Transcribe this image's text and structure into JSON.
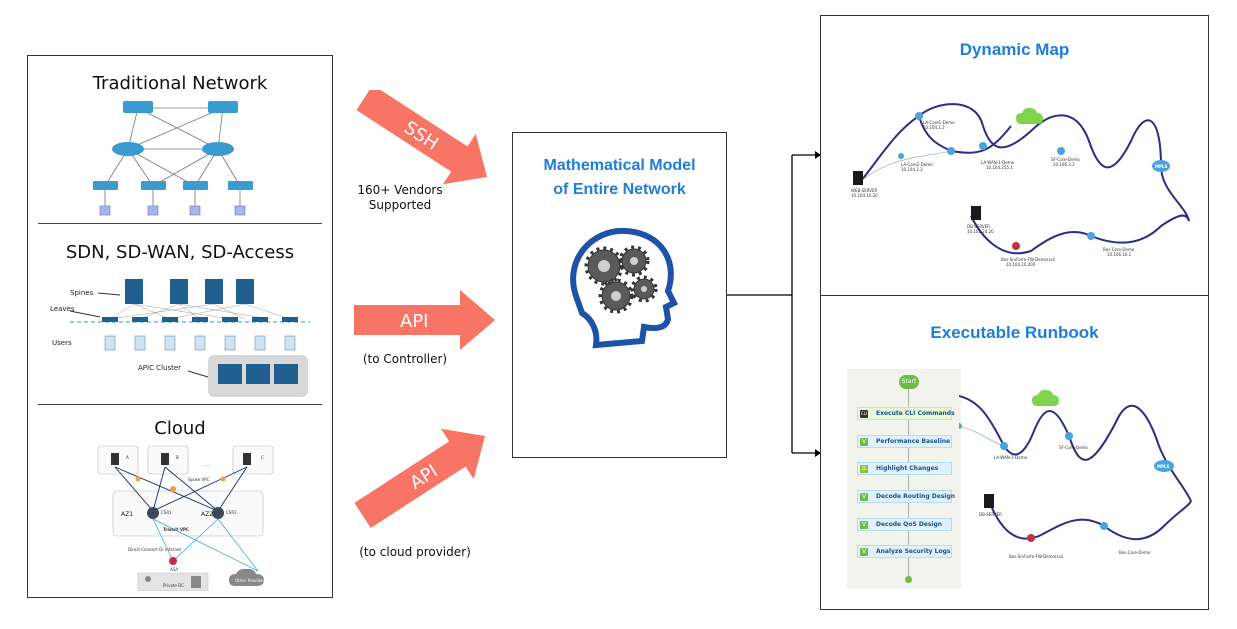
{
  "left_panel": {
    "traditional": {
      "title": "Traditional Network"
    },
    "sdn": {
      "title": "SDN, SD-WAN, SD-Access",
      "spines": "Spines",
      "leaves": "Leaves",
      "users": "Users",
      "apic": "APIC Cluster"
    },
    "cloud": {
      "title": "Cloud",
      "vpc_a": "A",
      "vpc_b": "B",
      "vpc_c": "C",
      "dots": "......",
      "spoke": "Spoke VPC",
      "az1": "AZ1",
      "az2": "AZ2",
      "csr1": "CSR1",
      "csr2": "CSR2",
      "transit": "Transit VPC",
      "direct": "Direct Connect Or Internet",
      "asa": "ASA",
      "private_dc": "Private DC",
      "other": "Other Provider Networks"
    }
  },
  "arrows": {
    "ssh": {
      "label": "SSH",
      "note": "160+ Vendors Supported"
    },
    "api_controller": {
      "label": "API",
      "note": "(to Controller)"
    },
    "api_cloud": {
      "label": "API",
      "note": "(to cloud provider)"
    }
  },
  "center": {
    "title_line1": "Mathematical Model",
    "title_line2": "of Entire Network"
  },
  "right_top": {
    "title": "Dynamic Map",
    "nodes": {
      "la_core1": "LA-Core1-Demo",
      "la_core2": "LA-Core2-Demo",
      "la_wan": "LA-WAN-1-Demo",
      "sf_core": "SF-Core-Demo",
      "mpls": "MPLS",
      "web_server": "WEB-SERVER",
      "db_server": "DB-SERVER",
      "bos_core": "Bos-Core-Demo",
      "bos_srv": "Bos-SrvFarm-FW-Demo(ssi)"
    },
    "ips": {
      "la_core1": "10.104.1.2",
      "la_core2": "10.104.2.2",
      "la_wan": "10.104.255.1",
      "sf_core": "10.106.3.2",
      "web": "10.104.10.20",
      "db": "10.102.24.20",
      "bos_core": "10.106.10.1",
      "bos_srv": "10.104.10.204"
    }
  },
  "right_bottom": {
    "title": "Executable Runbook",
    "start": "Start",
    "steps": [
      "Execute CLI Commands",
      "Performance Baseline",
      "Highlight Changes",
      "Decode Routing Design",
      "Decode QoS Design",
      "Analyze Security Logs"
    ],
    "cli_icon": "CLI",
    "nodes": {
      "la_wan": "LA-WAN-1-Demo",
      "sf_core": "SF-Core-Demo",
      "mpls": "MPLS",
      "db_server": "DB-SERVER",
      "bos_core": "Bos-Core-Demo",
      "bos_srv": "Bos-SrvFarm-FW-Demo(ssi)"
    }
  },
  "colors": {
    "arrow": "#f87465",
    "title_blue": "#1f7ed6",
    "link": "#2d2c86",
    "router": "#4aa3df",
    "cloud_green": "#7fd44c"
  }
}
